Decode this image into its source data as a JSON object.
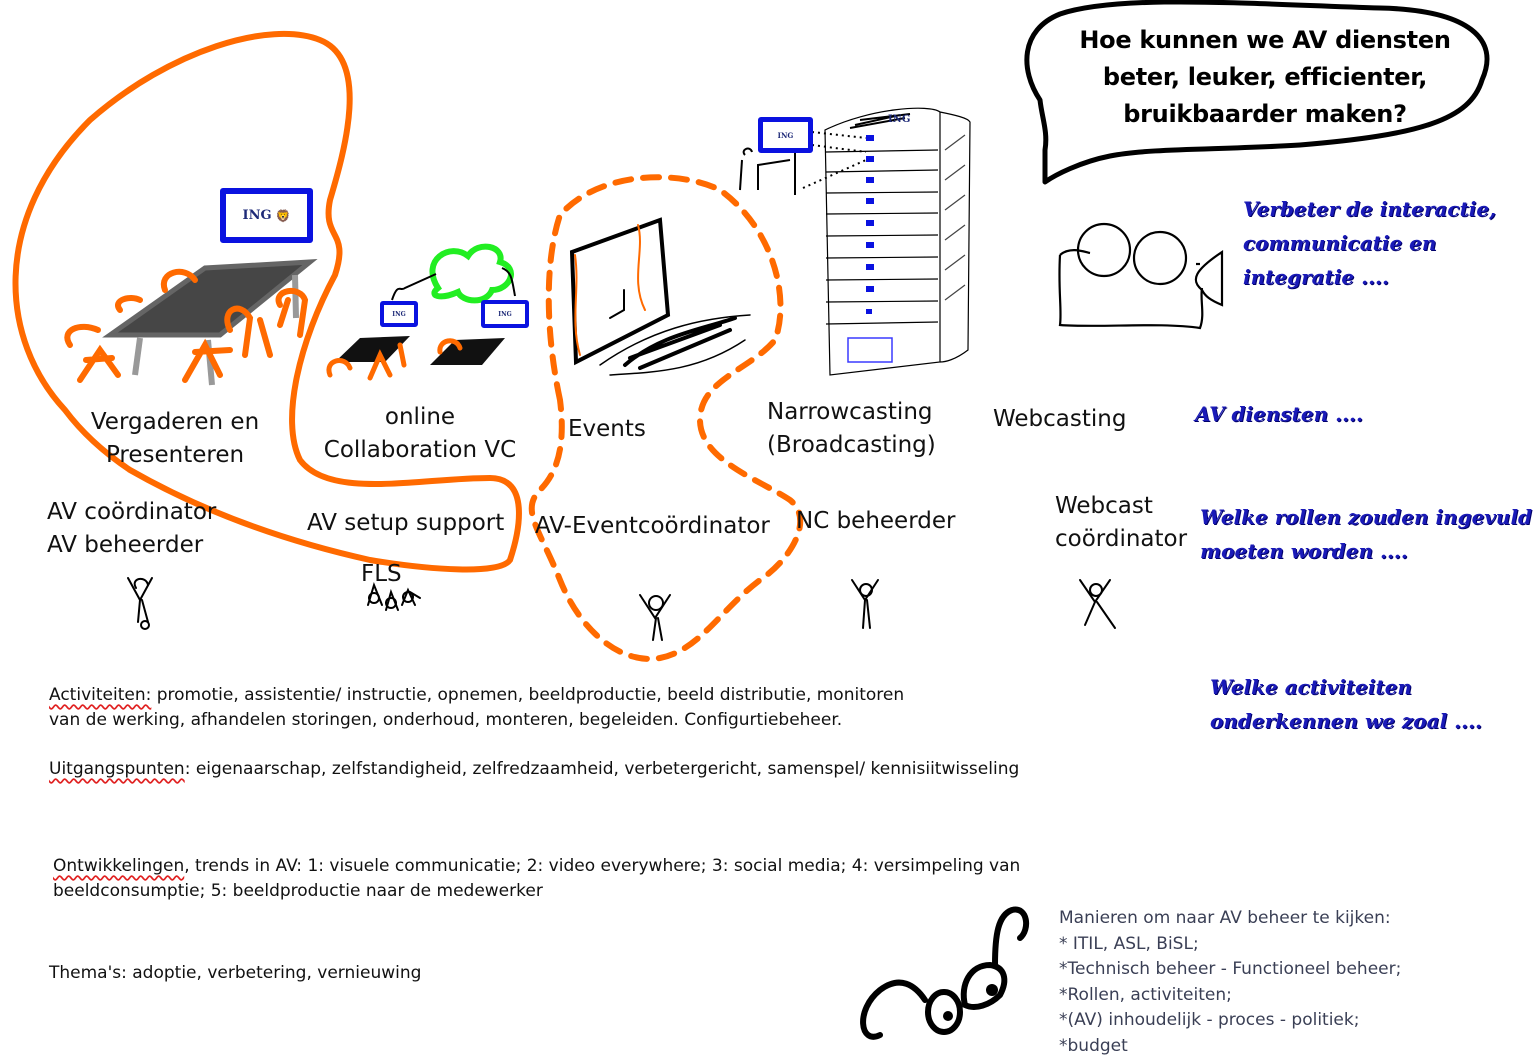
{
  "bubble": {
    "question_lines": [
      "Hoe kunnen we AV diensten",
      "beter, leuker, efficienter,",
      "bruikbaarder maken?"
    ]
  },
  "brand": {
    "logo_text": "ING",
    "lion_glyph": "🦁",
    "screen_color": "#0a12e0",
    "orange": "#ff6a00",
    "cloud_green": "#22ee22"
  },
  "services": [
    {
      "id": "vergaderen",
      "lines": [
        "Vergaderen en",
        "Presenteren"
      ]
    },
    {
      "id": "online",
      "lines": [
        "online",
        "Collaboration VC"
      ]
    },
    {
      "id": "events",
      "lines": [
        "Events"
      ]
    },
    {
      "id": "narrowcasting",
      "lines": [
        "Narrowcasting",
        "(Broadcasting)"
      ]
    },
    {
      "id": "webcasting",
      "lines": [
        "Webcasting"
      ]
    }
  ],
  "roles": [
    {
      "id": "av-coordinator",
      "lines": [
        "AV coördinator",
        "AV beheerder"
      ]
    },
    {
      "id": "av-setup",
      "lines": [
        "AV setup support"
      ]
    },
    {
      "id": "fls",
      "lines": [
        "FLS"
      ]
    },
    {
      "id": "av-event",
      "lines": [
        "AV-Eventcoördinator"
      ]
    },
    {
      "id": "nc",
      "lines": [
        "NC beheerder"
      ]
    },
    {
      "id": "webcast",
      "lines": [
        "Webcast",
        "coördinator"
      ]
    }
  ],
  "side_notes": {
    "interactie": [
      "Verbeter de interactie,",
      "communicatie en",
      "integratie ...."
    ],
    "diensten": [
      "AV diensten ...."
    ],
    "rollen": [
      "Welke rollen zouden ingevuld",
      "moeten worden ...."
    ],
    "activiteiten": [
      "Welke activiteiten",
      "onderkennen we zoal  ...."
    ]
  },
  "text": {
    "activiteiten_label": "Activiteiten:",
    "activiteiten_line1": " promotie, assistentie/ instructie, opnemen, beeldproductie, beeld distributie, monitoren",
    "activiteiten_line2": "van de werking, afhandelen storingen, onderhoud, monteren, begeleiden. Configurtiebeheer.",
    "uitgangspunten_label": "Uitgangspunten",
    "uitgangspunten_rest": ": eigenaarschap, zelfstandigheid, zelfredzaamheid, verbetergericht, samenspel/ kennisiitwisseling",
    "ontwikkelingen_label": "Ontwikkelingen",
    "ontwikkelingen_line1": ", trends in AV: 1: visuele communicatie; 2: video everywhere; 3: social media; 4: versimpeling van",
    "ontwikkelingen_line2": "beeldconsumptie; 5: beeldproductie naar de medewerker",
    "themas": "Thema's: adoptie, verbetering, vernieuwing"
  },
  "manieren": [
    "Manieren om naar AV beheer te kijken:",
    "* ITIL, ASL, BiSL;",
    "*Technisch beheer - Functioneel beheer;",
    "*Rollen, activiteiten;",
    "*(AV) inhoudelijk - proces - politiek;",
    "*budget"
  ]
}
